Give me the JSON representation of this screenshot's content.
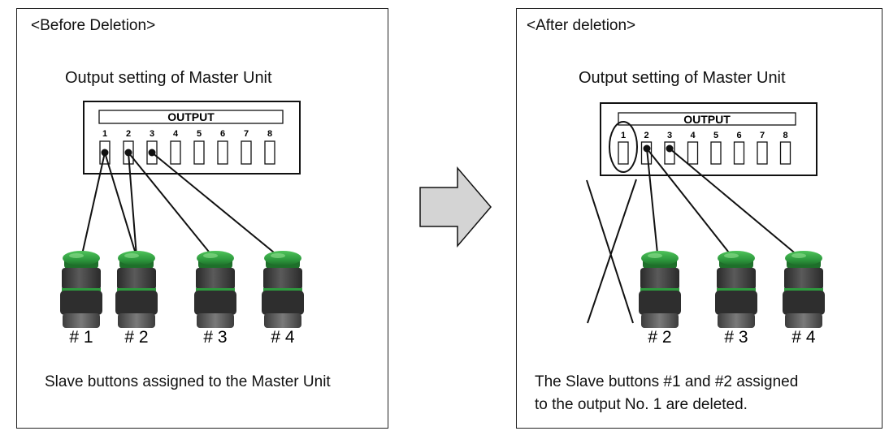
{
  "before": {
    "title": "<Before Deletion>",
    "subtitle": "Output setting of Master Unit",
    "output_header": "OUTPUT",
    "channels": [
      "1",
      "2",
      "3",
      "4",
      "5",
      "6",
      "7",
      "8"
    ],
    "buttons": [
      "# 1",
      "# 2",
      "# 3",
      "# 4"
    ],
    "caption": "Slave buttons assigned to the Master Unit"
  },
  "after": {
    "title": "<After deletion>",
    "subtitle": "Output setting of Master Unit",
    "output_header": "OUTPUT",
    "channels": [
      "1",
      "2",
      "3",
      "4",
      "5",
      "6",
      "7",
      "8"
    ],
    "buttons": [
      "# 2",
      "# 3",
      "# 4"
    ],
    "caption_line1": "The Slave buttons #1 and #2 assigned",
    "caption_line2": "to the output No. 1 are deleted."
  },
  "colors": {
    "button_cap": "#2e9a3e",
    "button_cap_dark": "#1e6f2a",
    "button_body": "#3a3a3a",
    "button_body_light": "#6a6a6a",
    "arrow_fill": "#d4d4d4"
  }
}
